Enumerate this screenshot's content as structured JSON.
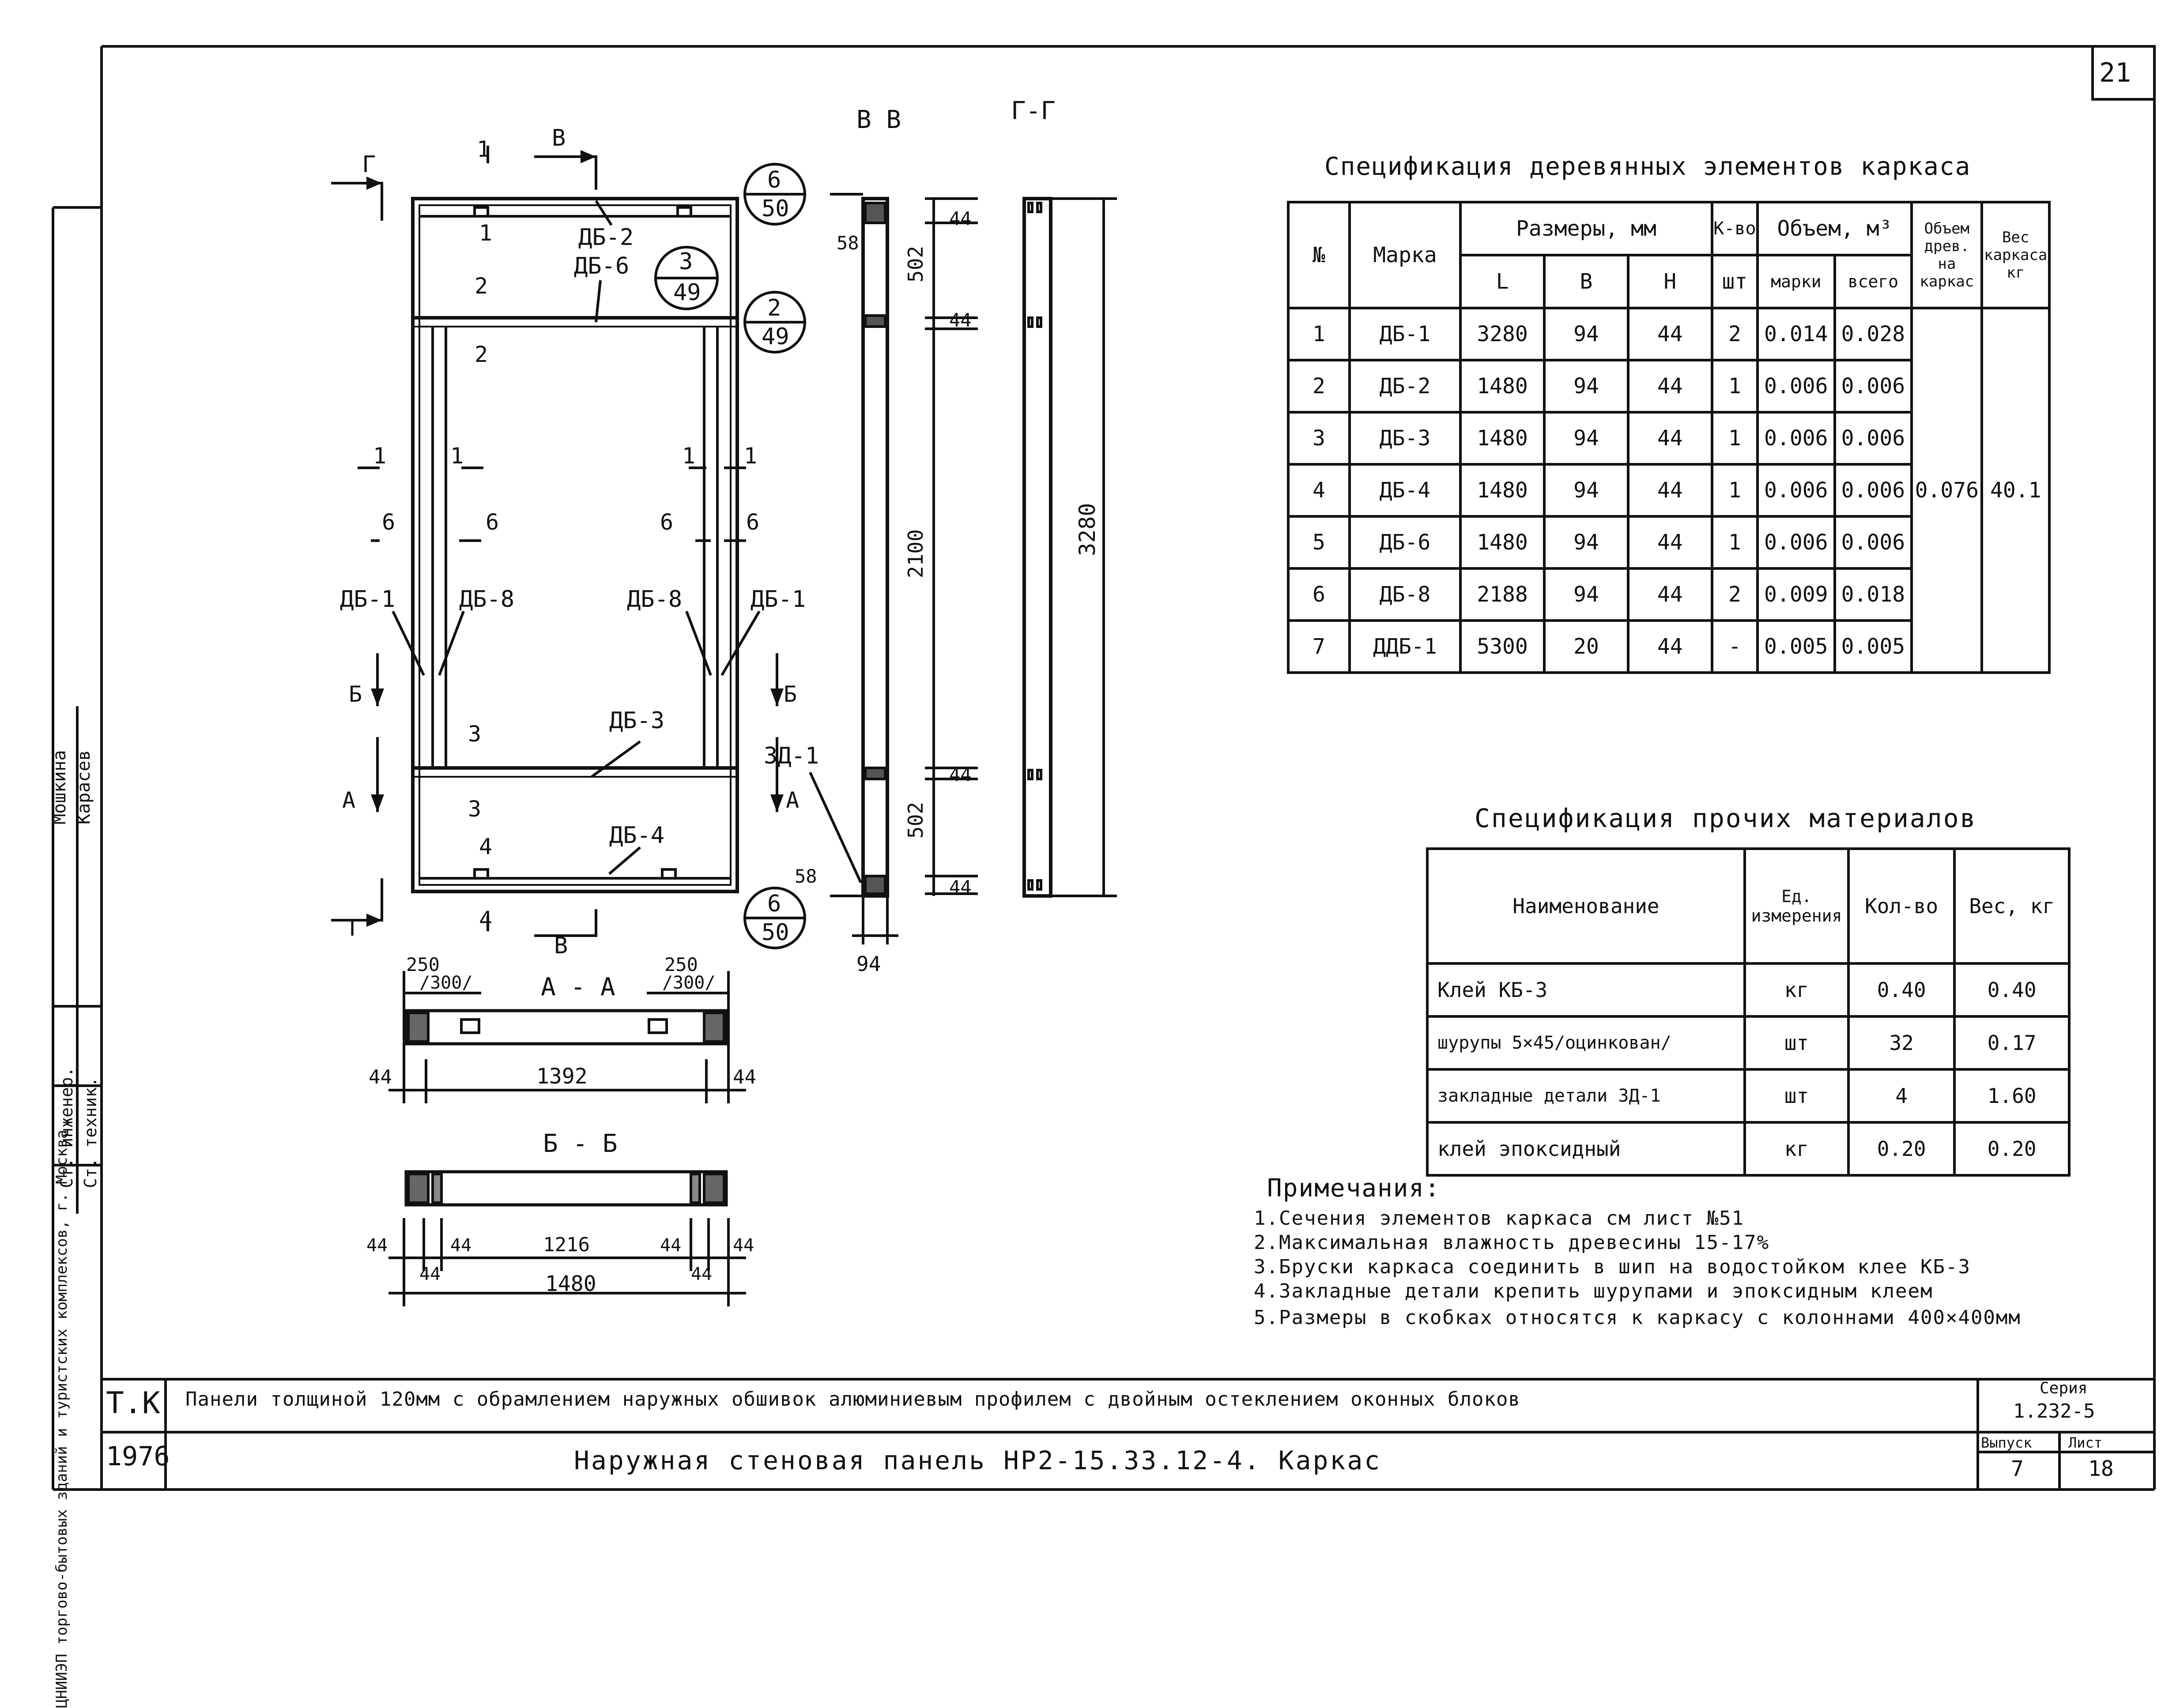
{
  "sheet_number": "21",
  "drawing": {
    "view_labels": [
      "В В",
      "Г-Г",
      "А - А",
      "Б - Б"
    ],
    "section_letters": [
      "Г",
      "В",
      "1",
      "2",
      "3",
      "4",
      "Б",
      "А",
      "6"
    ],
    "marks": [
      "ДБ-2",
      "ДБ-6",
      "ДБ-1",
      "ДБ-8",
      "ДБ-8",
      "ДБ-1",
      "ДБ-3",
      "ДБ-4",
      "ЗД-1"
    ],
    "callouts": [
      {
        "num": "6",
        "den": "50"
      },
      {
        "num": "3",
        "den": "49"
      },
      {
        "num": "2",
        "den": "49"
      },
      {
        "num": "6",
        "den": "50"
      }
    ],
    "dims_vertical": [
      "58",
      "502",
      "44",
      "44",
      "2100",
      "44",
      "502",
      "58",
      "44",
      "3280"
    ],
    "dim_bottom_section": "94",
    "aa_dims": {
      "left_top": "250",
      "left_paren": "/300/",
      "right_top": "250",
      "right_paren": "/300/",
      "left": "44",
      "middle": "1392",
      "right": "44"
    },
    "bb_dims": [
      "44",
      "44",
      "1216",
      "44",
      "44",
      "44",
      "44",
      "1480"
    ]
  },
  "wood_spec": {
    "title": "Спецификация деревянных элементов каркаса",
    "headers": {
      "num": "№",
      "mark": "Марка",
      "sizes": "Размеры, мм",
      "L": "L",
      "B": "В",
      "H": "Н",
      "qty": "К-во",
      "qty_unit": "шт",
      "volume": "Объем, м³",
      "vol_mark": "марки",
      "vol_total": "всего",
      "vol_frame": "Объем древ. на каркас",
      "weight": "Вес каркаса кг"
    },
    "rows": [
      {
        "n": "1",
        "mark": "ДБ-1",
        "L": "3280",
        "B": "94",
        "H": "44",
        "qty": "2",
        "vm": "0.014",
        "vt": "0.028"
      },
      {
        "n": "2",
        "mark": "ДБ-2",
        "L": "1480",
        "B": "94",
        "H": "44",
        "qty": "1",
        "vm": "0.006",
        "vt": "0.006"
      },
      {
        "n": "3",
        "mark": "ДБ-3",
        "L": "1480",
        "B": "94",
        "H": "44",
        "qty": "1",
        "vm": "0.006",
        "vt": "0.006"
      },
      {
        "n": "4",
        "mark": "ДБ-4",
        "L": "1480",
        "B": "94",
        "H": "44",
        "qty": "1",
        "vm": "0.006",
        "vt": "0.006"
      },
      {
        "n": "5",
        "mark": "ДБ-6",
        "L": "1480",
        "B": "94",
        "H": "44",
        "qty": "1",
        "vm": "0.006",
        "vt": "0.006"
      },
      {
        "n": "6",
        "mark": "ДБ-8",
        "L": "2188",
        "B": "94",
        "H": "44",
        "qty": "2",
        "vm": "0.009",
        "vt": "0.018"
      },
      {
        "n": "7",
        "mark": "ДДБ-1",
        "L": "5300",
        "B": "20",
        "H": "44",
        "qty": "-",
        "vm": "0.005",
        "vt": "0.005"
      }
    ],
    "vol_frame_value": "0.076",
    "weight_value": "40.1"
  },
  "other_spec": {
    "title": "Спецификация прочих материалов",
    "headers": {
      "name": "Наименование",
      "unit": "Ед. измерения",
      "qty": "Кол-во",
      "weight": "Вес, кг"
    },
    "rows": [
      {
        "name": "Клей КБ-3",
        "unit": "кг",
        "qty": "0.40",
        "weight": "0.40"
      },
      {
        "name": "шурупы 5×45/оцинкован/",
        "unit": "шт",
        "qty": "32",
        "weight": "0.17"
      },
      {
        "name": "закладные детали ЗД-1",
        "unit": "шт",
        "qty": "4",
        "weight": "1.60"
      },
      {
        "name": "клей эпоксидный",
        "unit": "кг",
        "qty": "0.20",
        "weight": "0.20"
      }
    ]
  },
  "notes": {
    "title": "Примечания:",
    "items": [
      "1.Сечения элементов каркаса см лист №51",
      "2.Максимальная влажность древесины 15-17%",
      "3.Бруски каркаса соединить в шип на водостойком клее КБ-3",
      "4.Закладные детали крепить шурупами и эпоксидным клеем",
      "5.Размеры в скобках относятся к каркасу с колоннами 400×400мм"
    ]
  },
  "title_block": {
    "tk": "Т.К",
    "year": "1976",
    "line1": "Панели толщиной 120мм с обрамлением наружных обшивок алюминиевым профилем с двойным остеклением оконных блоков",
    "line2": "Наружная стеновая панель НР2-15.33.12-4. Каркас",
    "series_label": "Серия",
    "series_value": "1.232-5",
    "issue_label": "Выпуск",
    "issue_value": "7",
    "sheet_label": "Лист",
    "sheet_value": "18"
  },
  "stamp": {
    "org": "ЦНИИЭП торгово-бытовых зданий и туристских комплексов, г. Москва",
    "roles": [
      "Ст. инженер.",
      "Ст. техник."
    ],
    "names": [
      "Мошкина",
      "Карасев"
    ]
  }
}
